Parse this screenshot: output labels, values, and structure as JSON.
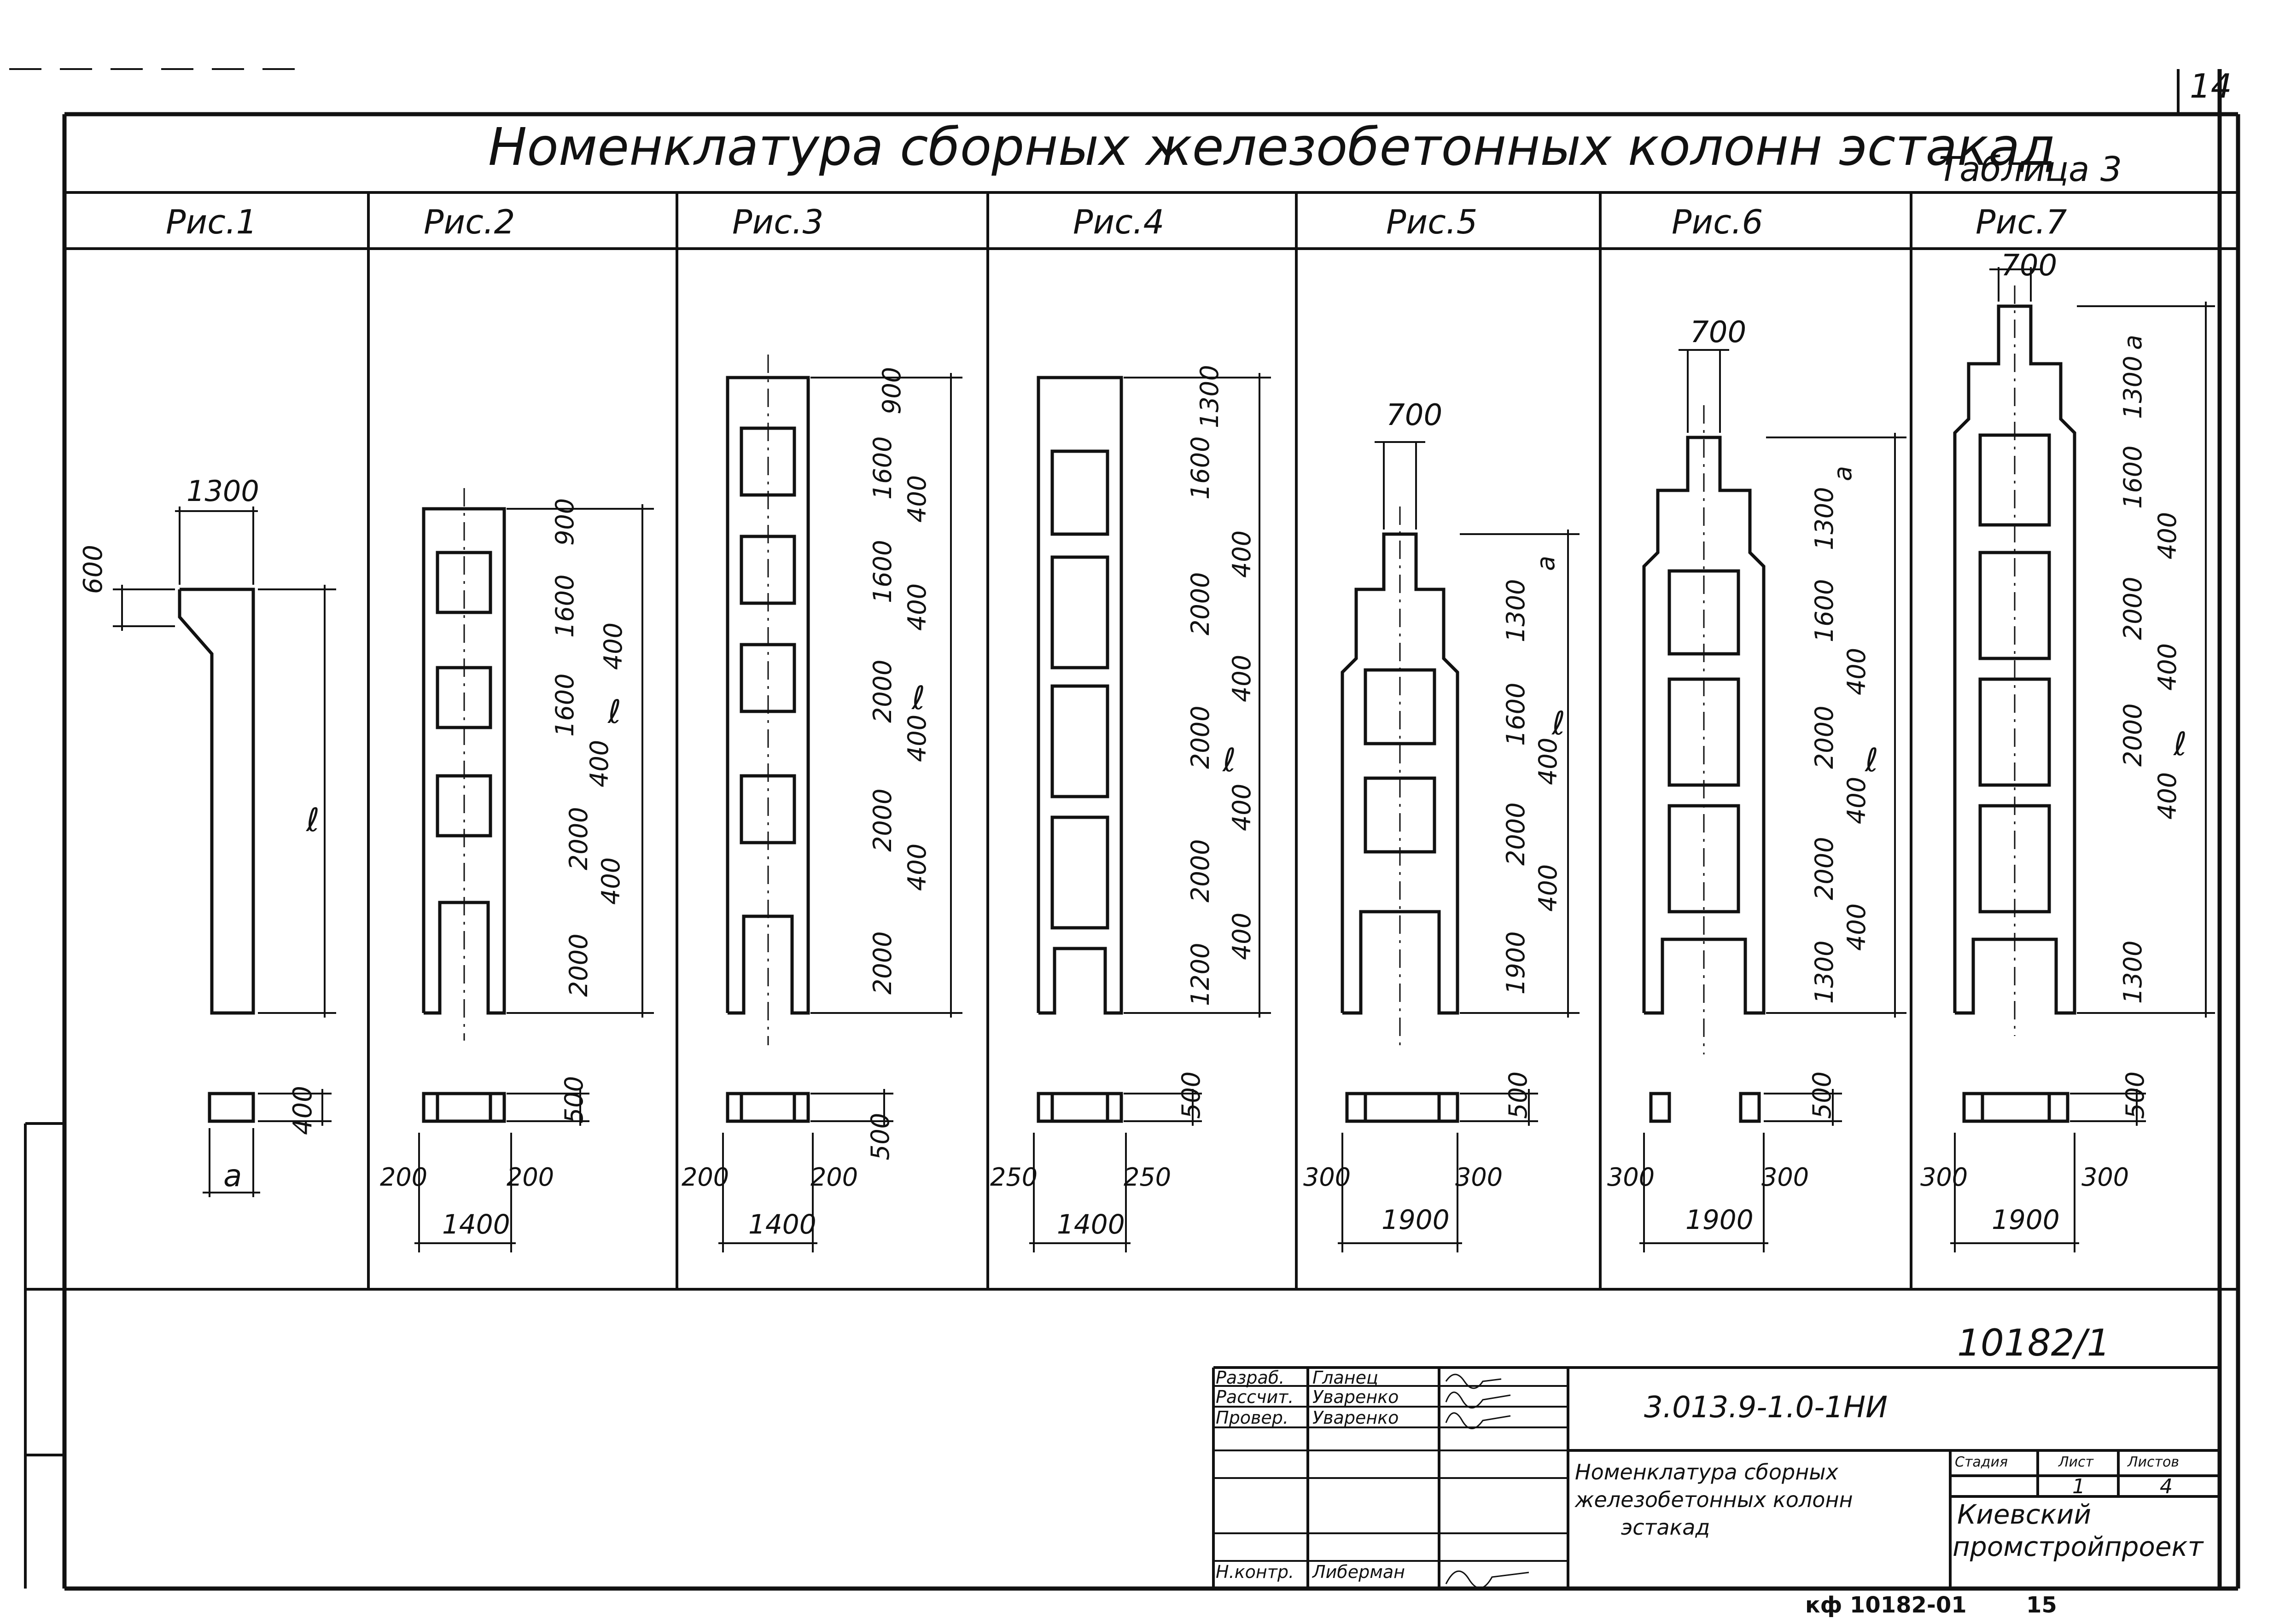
{
  "page": {
    "number": "14",
    "title": "Номенклатура сборных железобетонных колонн эстакад",
    "table_label": "Таблица 3",
    "doc_number": "10182/1",
    "bottom_code": "кф 10182-01",
    "bottom_page": "15"
  },
  "figures": [
    {
      "label": "Рис.1"
    },
    {
      "label": "Рис.2"
    },
    {
      "label": "Рис.3"
    },
    {
      "label": "Рис.4"
    },
    {
      "label": "Рис.5"
    },
    {
      "label": "Рис.6"
    },
    {
      "label": "Рис.7"
    }
  ],
  "dims": {
    "f1": {
      "top": "1300",
      "head": "600",
      "length": "ℓ",
      "sec_h": "400",
      "sec_w": "a"
    },
    "f2": {
      "v": [
        "900",
        "1600",
        "400",
        "1600",
        "400",
        "2000",
        "400",
        "2000"
      ],
      "total": "ℓ",
      "sec_h": "500",
      "left": "200",
      "right": "200",
      "width": "1400"
    },
    "f3": {
      "v": [
        "900",
        "1600",
        "400",
        "1600",
        "400",
        "2000",
        "400",
        "2000",
        "400",
        "2000"
      ],
      "total": "ℓ",
      "sec_h": "500",
      "left": "200",
      "right": "200",
      "width": "1400"
    },
    "f4": {
      "v": [
        "1300",
        "1600",
        "400",
        "2000",
        "400",
        "2000",
        "400",
        "2000",
        "400",
        "1200"
      ],
      "total": "ℓ",
      "sec_h": "500",
      "left": "250",
      "right": "250",
      "width": "1400"
    },
    "f5": {
      "top": "700",
      "v": [
        "a",
        "1300",
        "1600",
        "400",
        "2000",
        "400",
        "1900"
      ],
      "total": "ℓ",
      "sec_h": "500",
      "left": "300",
      "right": "300",
      "width": "1900"
    },
    "f6": {
      "top": "700",
      "v": [
        "a",
        "1300",
        "1600",
        "400",
        "2000",
        "400",
        "2000",
        "400",
        "1300"
      ],
      "total": "ℓ",
      "sec_h": "500",
      "left": "300",
      "right": "300",
      "width": "1900"
    },
    "f7": {
      "top": "700",
      "v": [
        "a",
        "1300",
        "1600",
        "400",
        "2000",
        "400",
        "2000",
        "400",
        "1300"
      ],
      "total": "ℓ",
      "sec_h": "500",
      "left": "300",
      "right": "300",
      "width": "1900"
    }
  },
  "stamp": {
    "roles": [
      "Разраб.",
      "Рассчит.",
      "Провер.",
      "",
      "",
      "",
      "Н.контр."
    ],
    "names": [
      "Гланец",
      "Уваренко",
      "Уваренко",
      "",
      "",
      "",
      "Либерман"
    ],
    "code": "3.013.9-1.0-1НИ",
    "desc_lines": [
      "Номенклатура сборных",
      "железобетонных колонн",
      "эстакад"
    ],
    "col_headers": [
      "Стадия",
      "Лист",
      "Листов"
    ],
    "sheet": "1",
    "sheets": "4",
    "org_lines": [
      "Киевский",
      "промстройпроект"
    ]
  }
}
